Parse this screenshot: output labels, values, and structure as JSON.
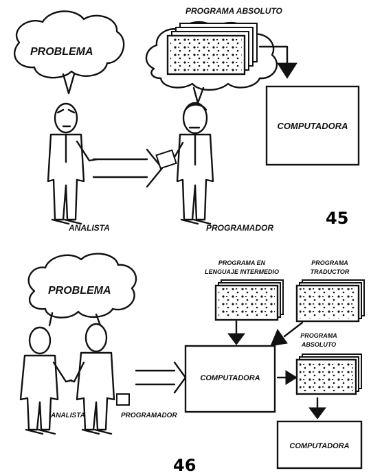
{
  "figure_45": {
    "number": "45",
    "thought_bubble_text": "PROBLEMA",
    "program_title": "PROGRAMA ABSOLUTO",
    "computer_label": "COMPUTADORA",
    "person_left_label": "ANALISTA",
    "person_right_label": "PROGRAMADOR"
  },
  "figure_46": {
    "number": "46",
    "thought_bubble_text": "PROBLEMA",
    "intermediate_program_label": [
      "PROGRAMA EN",
      "LENGUAJE INTERMEDIO"
    ],
    "translator_program_label": [
      "PROGRAMA",
      "TRADUCTOR"
    ],
    "absolute_program_label": [
      "PROGRAMA",
      "ABSOLUTO"
    ],
    "computer_center_label": "COMPUTADORA",
    "computer_bottom_label": "COMPUTADORA",
    "person_left_label": "ANALISTA",
    "person_right_label": "PROGRAMADOR"
  }
}
